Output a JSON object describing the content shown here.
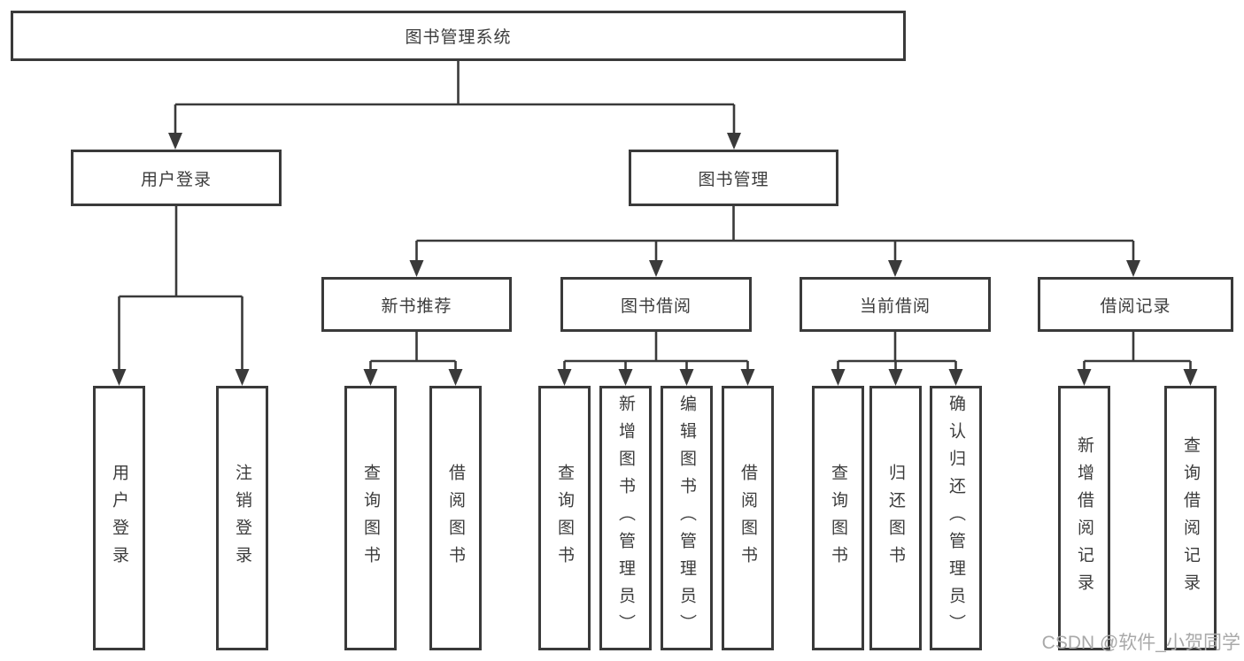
{
  "tree": {
    "label": "图书管理系统",
    "children": [
      {
        "label": "用户登录",
        "children": [
          {
            "label": "用户登录"
          },
          {
            "label": "注销登录"
          }
        ]
      },
      {
        "label": "图书管理",
        "children": [
          {
            "label": "新书推荐",
            "children": [
              {
                "label": "查询图书"
              },
              {
                "label": "借阅图书"
              }
            ]
          },
          {
            "label": "图书借阅",
            "children": [
              {
                "label": "查询图书"
              },
              {
                "label": "新增图书（管理员）"
              },
              {
                "label": "编辑图书（管理员）"
              },
              {
                "label": "借阅图书"
              }
            ]
          },
          {
            "label": "当前借阅",
            "children": [
              {
                "label": "查询图书"
              },
              {
                "label": "归还图书"
              },
              {
                "label": "确认归还（管理员）"
              }
            ]
          },
          {
            "label": "借阅记录",
            "children": [
              {
                "label": "新增借阅记录"
              },
              {
                "label": "查询借阅记录"
              }
            ]
          }
        ]
      }
    ]
  },
  "watermark": {
    "text": "CSDN @软件_小贺同学"
  },
  "colors": {
    "line": "#3a3a3a",
    "text": "#3c3c3c",
    "background": "#ffffff",
    "watermark": "#a9a9a9"
  }
}
